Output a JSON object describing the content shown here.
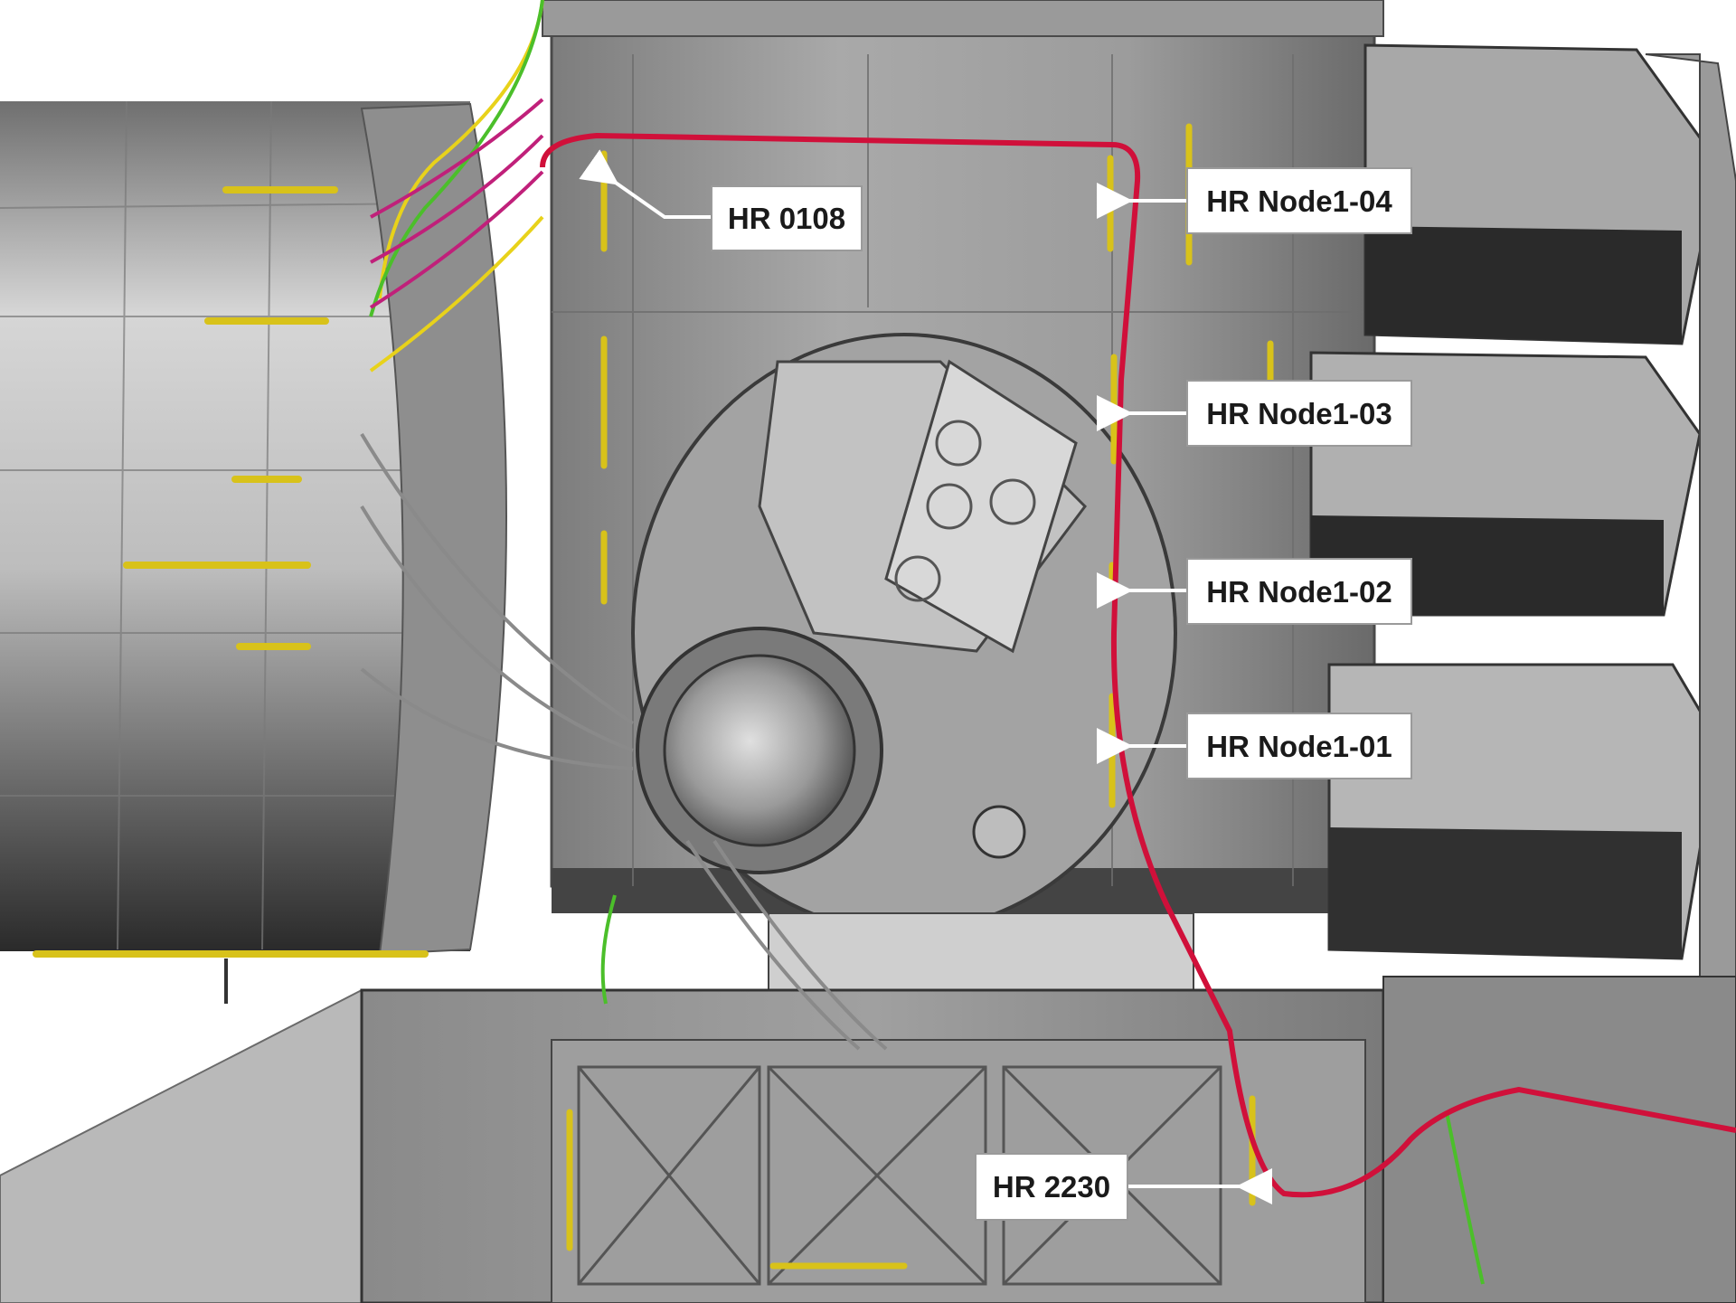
{
  "callouts": {
    "hr_0108": "HR 0108",
    "hr_node1_04": "HR Node1-04",
    "hr_node1_03": "HR Node1-03",
    "hr_node1_02": "HR Node1-02",
    "hr_node1_01": "HR Node1-01",
    "hr_2230": "HR 2230"
  },
  "colors": {
    "background": "#ffffff",
    "hull_light": "#c9c9c9",
    "hull_dark": "#3a3a3a",
    "handrail": "#d8c21a",
    "harness_red": "#d0103a",
    "cable_yellow": "#e8d21a",
    "cable_magenta": "#c0207a",
    "cable_green": "#4bbf2a"
  },
  "icons": {
    "arrow": "arrow-left-icon"
  }
}
